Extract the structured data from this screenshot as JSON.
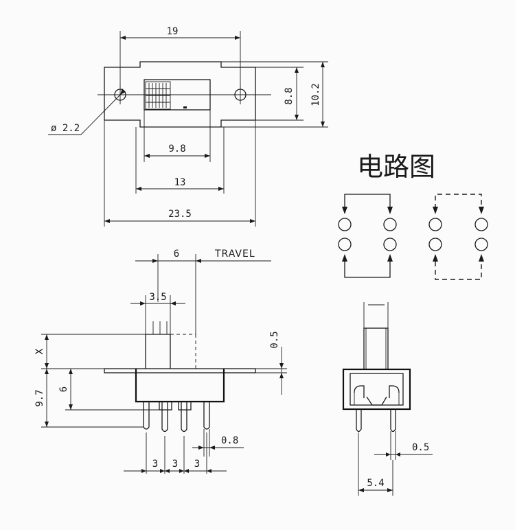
{
  "top_view": {
    "dim_19": "19",
    "dim_8_8": "8.8",
    "dim_10_2": "10.2",
    "dim_hole": "ø 2.2",
    "dim_9_8": "9.8",
    "dim_13": "13",
    "dim_23_5": "23.5"
  },
  "circuit": {
    "title": "电路图"
  },
  "side_view": {
    "dim_travel_value": "6",
    "travel_label": "TRAVEL",
    "dim_3_5": "3.5",
    "dim_x": "X",
    "dim_9_7": "9.7",
    "dim_6": "6",
    "dim_0_5": "0.5",
    "dim_0_8": "0.8",
    "pitch_1": "3",
    "pitch_2": "3",
    "pitch_3": "3"
  },
  "end_view": {
    "dim_0_5": "0.5",
    "dim_5_4": "5.4"
  }
}
